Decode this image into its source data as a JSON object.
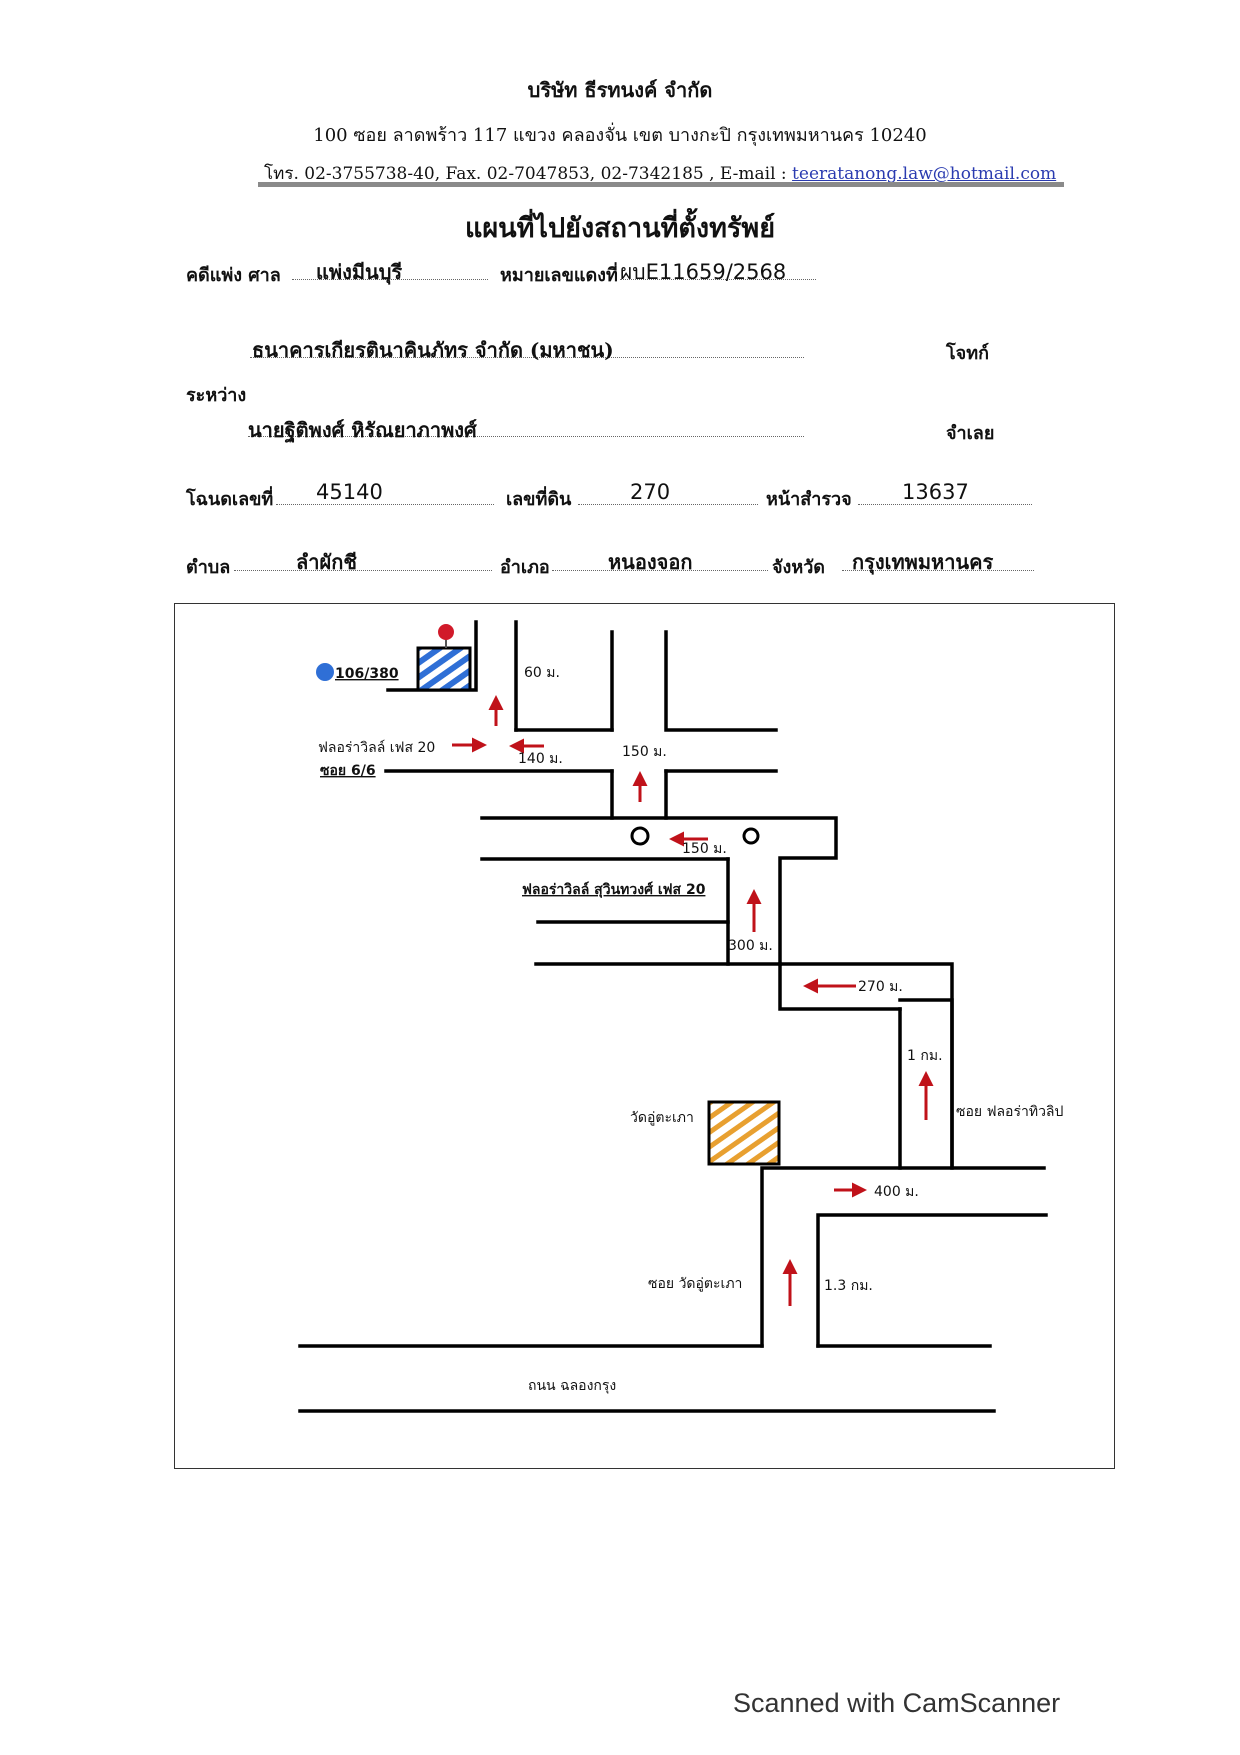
{
  "header": {
    "company": "บริษัท ธีรทนงค์ จำกัด",
    "address": "100 ซอย ลาดพร้าว 117 แขวง คลองจั่น เขต บางกะปิ กรุงเทพมหานคร 10240",
    "contact_prefix": "โทร. 02-3755738-40, Fax. 02-7047853, 02-7342185 , E-mail : ",
    "email": "teeratanong.law@hotmail.com"
  },
  "title": "แผนที่ไปยังสถานที่ตั้งทรัพย์",
  "case": {
    "case_label": "คดีแพ่ง ศาล",
    "court": "แพ่งมีนบุรี",
    "red_number_label": "หมายเลขแดงที่",
    "red_number": "ผบE11659/2568",
    "plaintiff": "ธนาคารเกียรตินาคินภัทร จำกัด (มหาชน)",
    "plaintiff_role": "โจทก์",
    "between_label": "ระหว่าง",
    "defendant": "นายฐิติพงศ์ หิรัณยาภาพงศ์",
    "defendant_role": "จำเลย"
  },
  "deed": {
    "deed_label": "โฉนดเลขที่",
    "deed_no": "45140",
    "land_label": "เลขที่ดิน",
    "land_no": "270",
    "survey_label": "หน้าสำรวจ",
    "survey_no": "13637"
  },
  "location": {
    "subdistrict_label": "ตำบล",
    "subdistrict": "ลำผักชี",
    "district_label": "อำเภอ",
    "district": "หนองจอก",
    "province_label": "จังหวัด",
    "province": "กรุงเทพมหานคร"
  },
  "map": {
    "property_label": "106/380",
    "d_60": "60 ม.",
    "village_1": "ฟลอร่าวิลล์ เฟส 20",
    "soi_66": "ซอย 6/6",
    "d_140": "140 ม.",
    "d_150a": "150 ม.",
    "d_150b": "150 ม.",
    "village_2": "ฟลอร่าวิลล์ สุวินทวงศ์ เฟส 20",
    "d_300": "300 ม.",
    "d_270": "270 ม.",
    "d_1km": "1 กม.",
    "soi_flora": "ซอย ฟลอร่าทิวลิป",
    "temple": "วัดอู่ตะเภา",
    "d_400": "400 ม.",
    "soi_temple": "ซอย วัดอู่ตะเภา",
    "d_13km": "1.3 กม.",
    "main_road": "ถนน ฉลองกรุง",
    "colors": {
      "route": "#c0121a",
      "property": "#2f6fd6",
      "temple": "#e8a030",
      "road": "#000000"
    }
  },
  "footer": "Scanned with CamScanner"
}
